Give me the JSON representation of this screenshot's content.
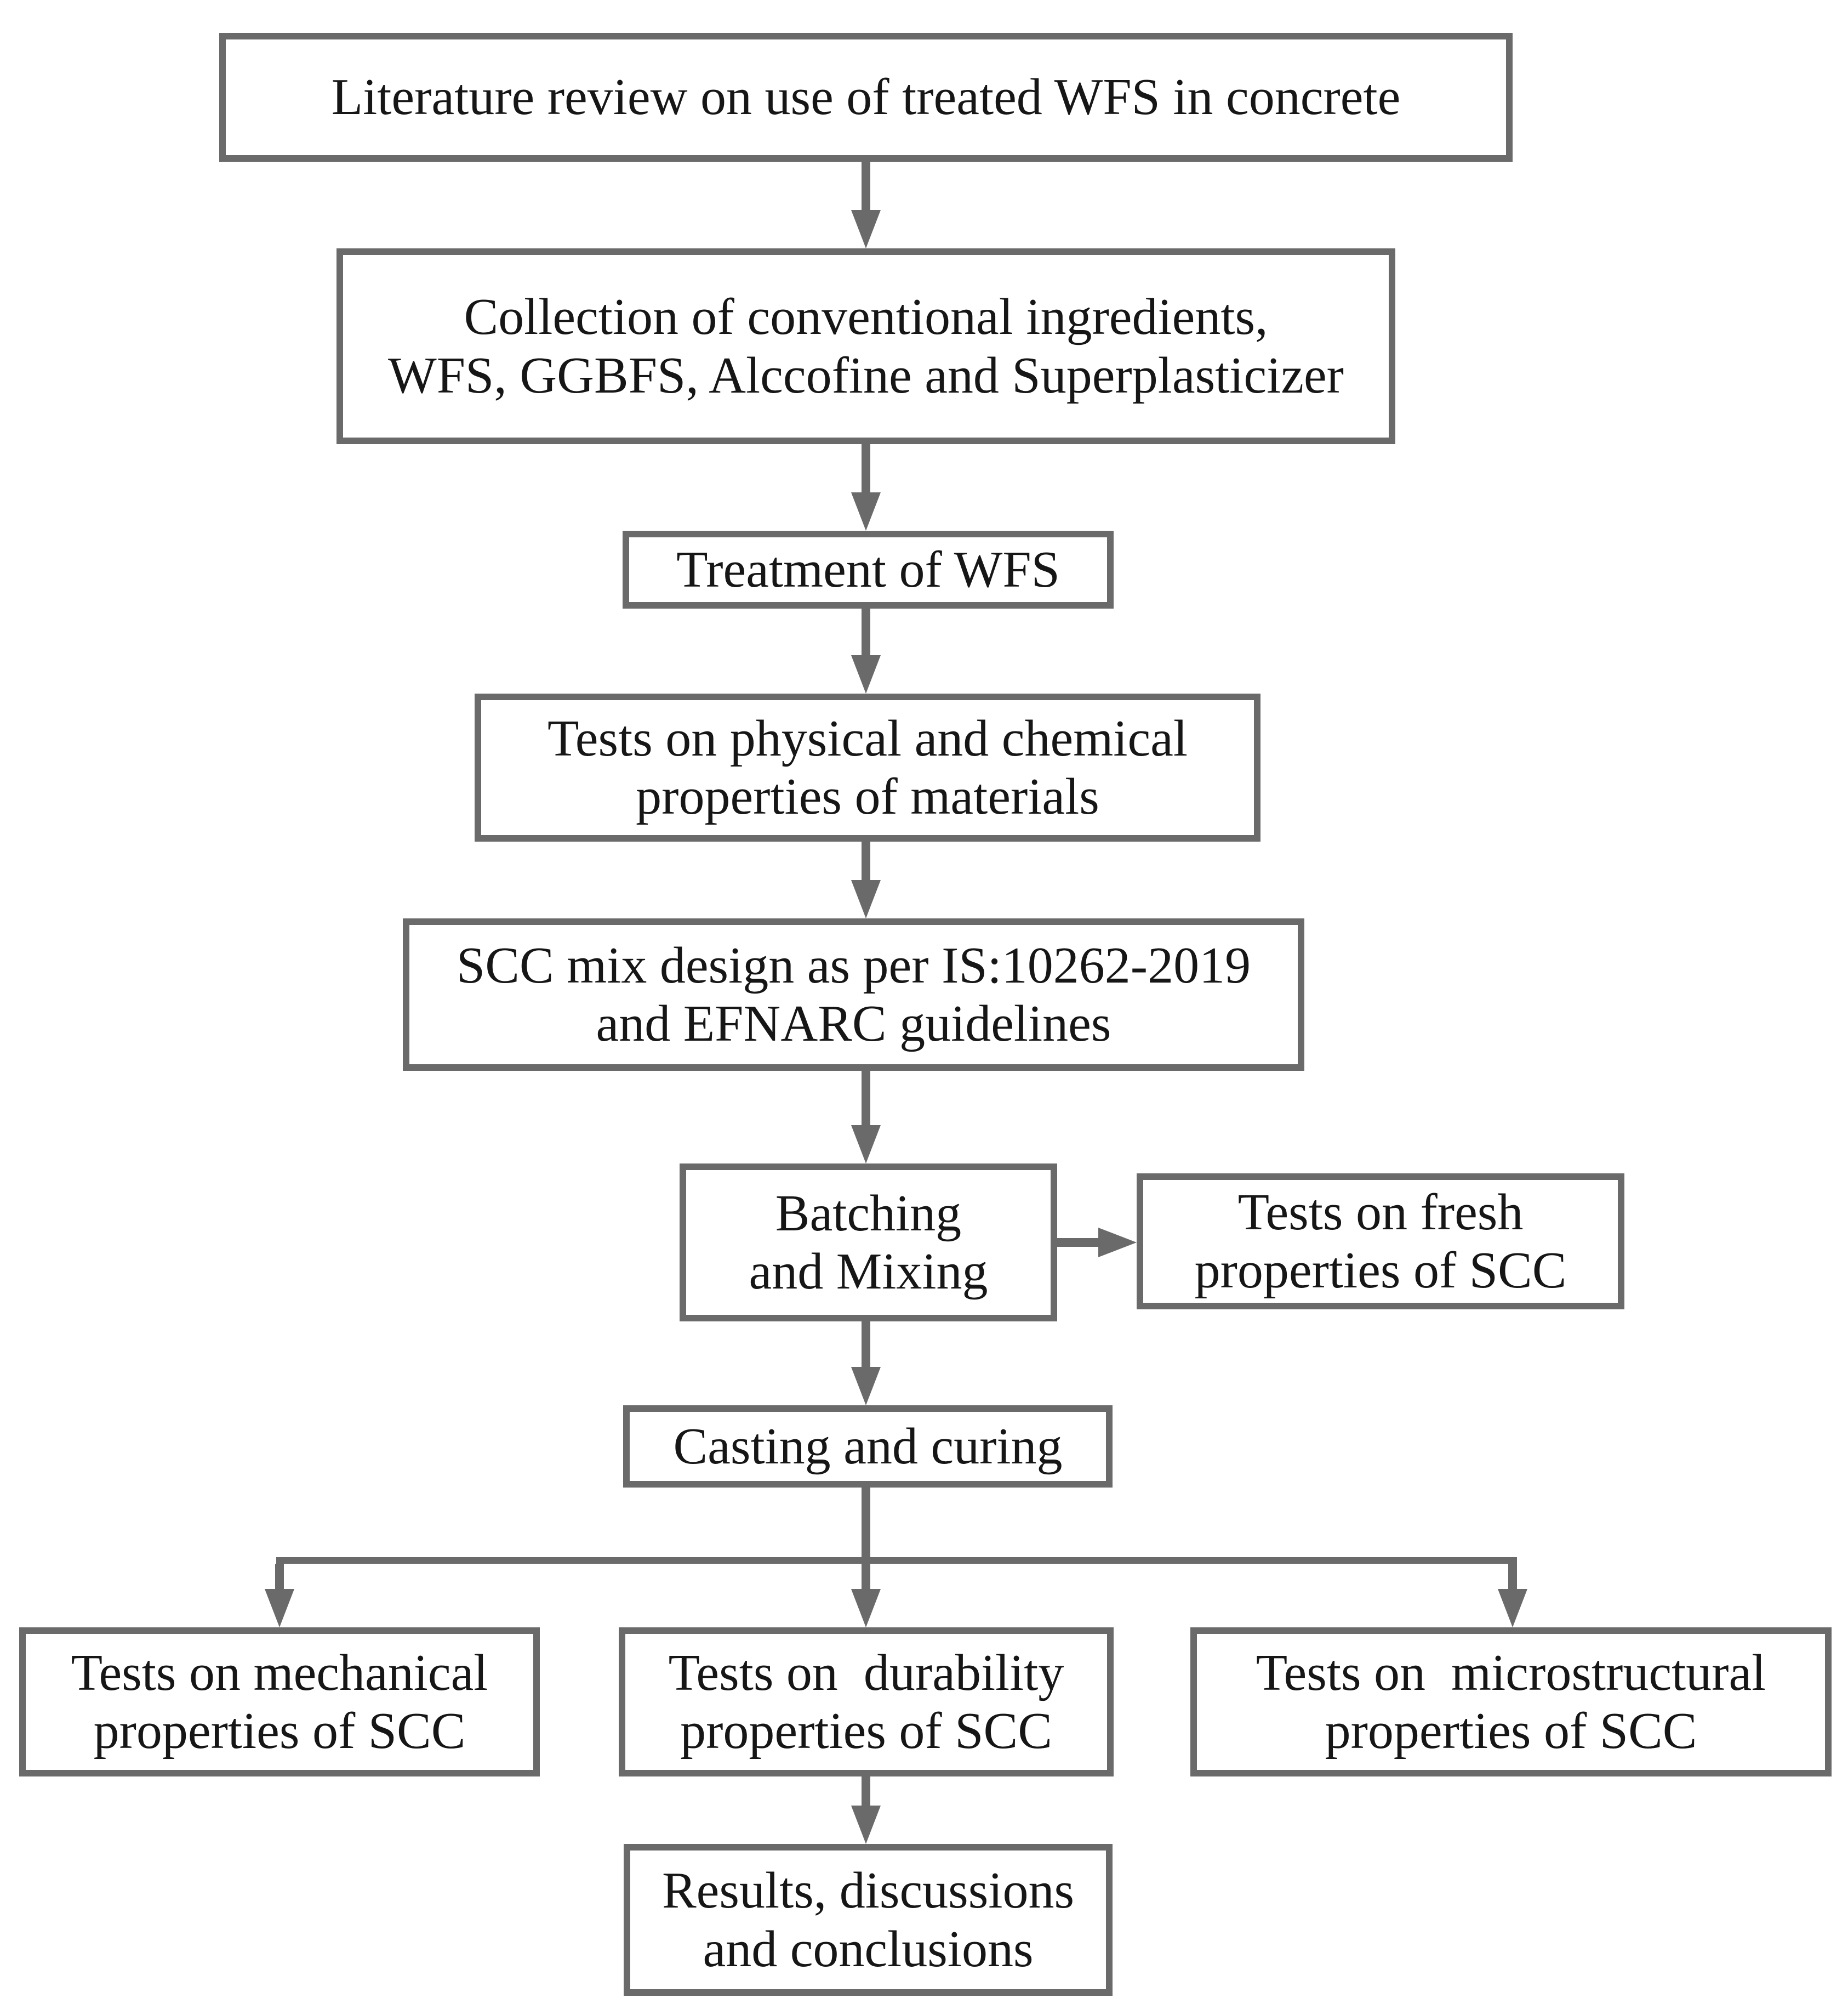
{
  "theme": {
    "background": "#ffffff",
    "line_color": "#6a6a6a",
    "text_color": "#161616"
  },
  "nodes": {
    "literature": {
      "label": "Literature review on use of treated WFS in concrete"
    },
    "collection": {
      "label": "Collection of conventional ingredients,\nWFS, GGBFS, Alccofine and Superplasticizer"
    },
    "treatment": {
      "label": "Treatment of WFS"
    },
    "material_tests": {
      "label": "Tests on physical and chemical\nproperties of materials"
    },
    "mix_design": {
      "label": "SCC mix design as per IS:10262-2019\nand EFNARC guidelines"
    },
    "batching": {
      "label": "Batching\nand Mixing"
    },
    "fresh_tests": {
      "label": "Tests on fresh\nproperties of SCC"
    },
    "casting": {
      "label": "Casting and curing"
    },
    "mechanical_tests": {
      "label": "Tests on mechanical\nproperties of SCC"
    },
    "durability_tests": {
      "label": "Tests on  durability\nproperties of SCC"
    },
    "microstructural_tests": {
      "label": "Tests on  microstructural\nproperties of SCC"
    },
    "results": {
      "label": "Results, discussions\nand conclusions"
    }
  },
  "edges": [
    {
      "from": "literature",
      "to": "collection"
    },
    {
      "from": "collection",
      "to": "treatment"
    },
    {
      "from": "treatment",
      "to": "material_tests"
    },
    {
      "from": "material_tests",
      "to": "mix_design"
    },
    {
      "from": "mix_design",
      "to": "batching"
    },
    {
      "from": "batching",
      "to": "fresh_tests"
    },
    {
      "from": "batching",
      "to": "casting"
    },
    {
      "from": "casting",
      "to": "mechanical_tests"
    },
    {
      "from": "casting",
      "to": "durability_tests"
    },
    {
      "from": "casting",
      "to": "microstructural_tests"
    },
    {
      "from": "durability_tests",
      "to": "results"
    }
  ]
}
